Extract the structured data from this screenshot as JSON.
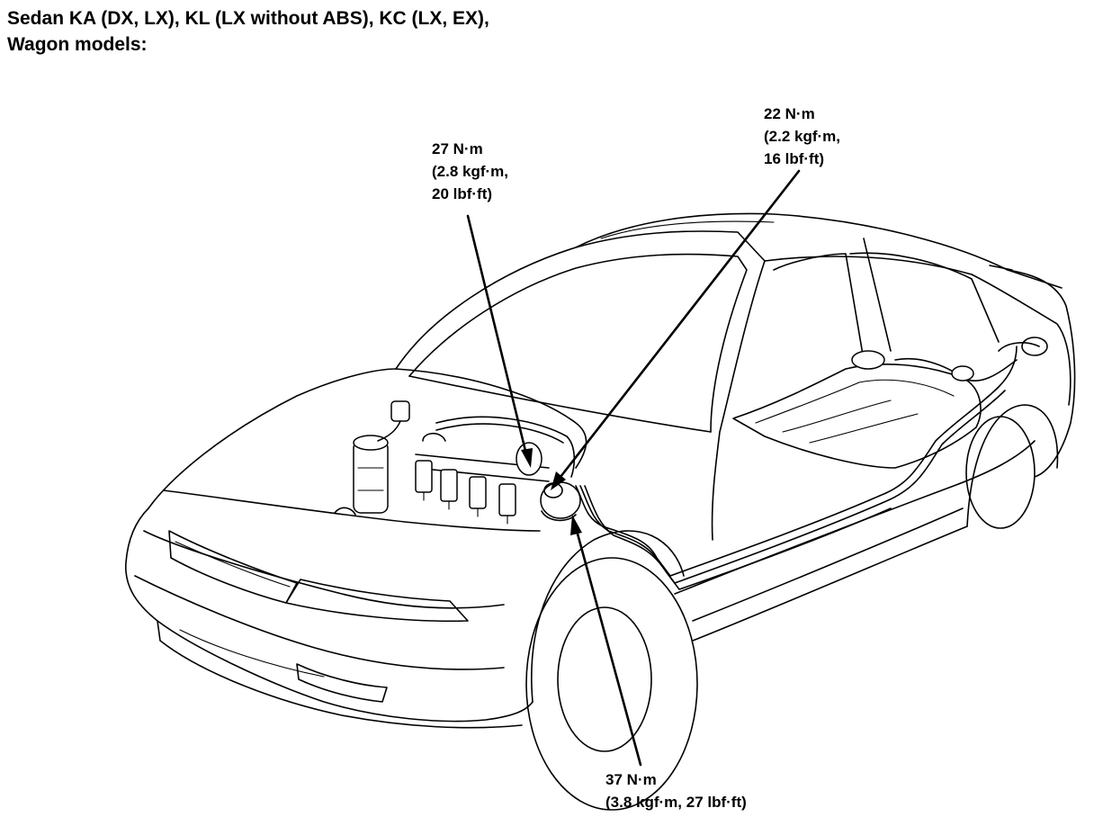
{
  "header": {
    "title_line1": "Sedan KA (DX, LX), KL (LX without ABS), KC (LX, EX),",
    "title_line2": "Wagon models:"
  },
  "callouts": {
    "torque_22": {
      "line1": "22 N·m",
      "line2": "(2.2 kgf·m,",
      "line3": "16 lbf·ft)"
    },
    "torque_27": {
      "line1": "27 N·m",
      "line2": "(2.8 kgf·m,",
      "line3": "20 lbf·ft)"
    },
    "torque_37": {
      "line1": "37 N·m",
      "line2": "(3.8 kgf·m, 27 lbf·ft)"
    }
  }
}
